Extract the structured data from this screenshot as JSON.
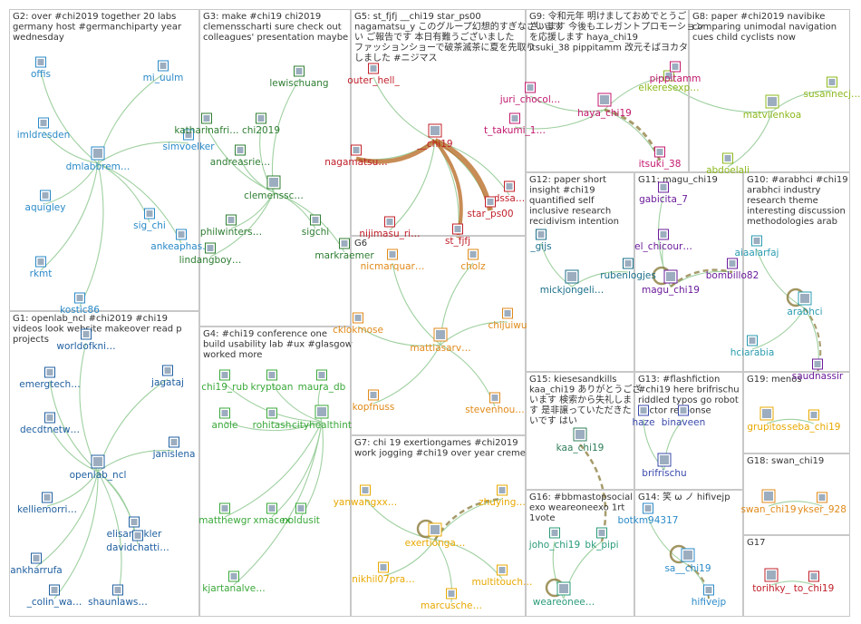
{
  "groups": [
    {
      "id": "G1",
      "header": [
        "G1: openlab_ncl #chi2019 #chi19",
        "videos look website makeover read p",
        "projects"
      ],
      "nodes": [
        {
          "label": "emergtech…",
          "color": "#1f5fa0"
        },
        {
          "label": "jagataj",
          "color": "#1f5fa0"
        },
        {
          "label": "decdtnetw…",
          "color": "#1f5fa0"
        },
        {
          "label": "janislena",
          "color": "#1f5fa0"
        },
        {
          "label": "openlab_ncl",
          "color": "#1f5fa0"
        },
        {
          "label": "kelliemorri…",
          "color": "#1f5fa0"
        },
        {
          "label": "elisamekler",
          "color": "#1f5fa0"
        },
        {
          "label": "davidchatti…",
          "color": "#1f5fa0"
        },
        {
          "label": "ankharrufa",
          "color": "#1f5fa0"
        },
        {
          "label": "_colin_wa…",
          "color": "#1f5fa0"
        },
        {
          "label": "shaunlaws…",
          "color": "#1f5fa0"
        },
        {
          "label": "worldofkni…",
          "color": "#1f5fa0"
        }
      ]
    },
    {
      "id": "G2",
      "header": [
        "G2: over #chi2019 together 20 labs",
        "germany host #germanchiparty year",
        "wednesday"
      ],
      "nodes": [
        {
          "label": "offis",
          "color": "#2a8ac8"
        },
        {
          "label": "mi_uulm",
          "color": "#2a8ac8"
        },
        {
          "label": "imldresden",
          "color": "#2a8ac8"
        },
        {
          "label": "simvoelker",
          "color": "#2a8ac8"
        },
        {
          "label": "dmlabbrem…",
          "color": "#2a8ac8"
        },
        {
          "label": "aquigley",
          "color": "#2a8ac8"
        },
        {
          "label": "sig_chi",
          "color": "#2a8ac8"
        },
        {
          "label": "ankeaphas…",
          "color": "#2a8ac8"
        },
        {
          "label": "rkmt",
          "color": "#2a8ac8"
        },
        {
          "label": "kostic86",
          "color": "#2a8ac8"
        }
      ]
    },
    {
      "id": "G3",
      "header": [
        "G3: make #chi19 chi2019",
        "clemensscharti sure check out",
        "colleagues' presentation maybe"
      ],
      "nodes": [
        {
          "label": "lewischuang",
          "color": "#2e7d32"
        },
        {
          "label": "katharinafri…",
          "color": "#2e7d32"
        },
        {
          "label": "chi2019",
          "color": "#2e7d32"
        },
        {
          "label": "andreasrie…",
          "color": "#2e7d32"
        },
        {
          "label": "clemenssc…",
          "color": "#2e7d32"
        },
        {
          "label": "philwinters…",
          "color": "#2e7d32"
        },
        {
          "label": "sigchi",
          "color": "#2e7d32"
        },
        {
          "label": "lindangboy…",
          "color": "#2e7d32"
        },
        {
          "label": "markraemer",
          "color": "#2e7d32"
        }
      ]
    },
    {
      "id": "G4",
      "header": [
        "G4: #chi19 conference one",
        "build usability lab #ux #glasgow",
        "worked more"
      ],
      "nodes": [
        {
          "label": "chi19_rub",
          "color": "#3aa83a"
        },
        {
          "label": "kryptoan",
          "color": "#3aa83a"
        },
        {
          "label": "maura_db",
          "color": "#3aa83a"
        },
        {
          "label": "cityhealthint",
          "color": "#3aa83a"
        },
        {
          "label": "rohitash",
          "color": "#3aa83a"
        },
        {
          "label": "anole",
          "color": "#3aa83a"
        },
        {
          "label": "matthewgr",
          "color": "#3aa83a"
        },
        {
          "label": "xmacex",
          "color": "#3aa83a"
        },
        {
          "label": "noldusit",
          "color": "#3aa83a"
        },
        {
          "label": "kjartanalve…",
          "color": "#3aa83a"
        }
      ]
    },
    {
      "id": "G5",
      "header": [
        "G5: st_fjfj __chi19 star_ps00",
        "nagamatsu_y このグループ幻想的すぎなさいます",
        "い ご報告です 本日有難うございました",
        "ファッションショーで破茶滅茶に夏を先取り",
        "しました #ニジマス"
      ],
      "nodes": [
        {
          "label": "outer_hell_",
          "color": "#c0202a"
        },
        {
          "label": "__chi19",
          "color": "#c0202a"
        },
        {
          "label": "nagamatsu…",
          "color": "#c0202a"
        },
        {
          "label": "dssa…",
          "color": "#c0202a"
        },
        {
          "label": "star_ps00",
          "color": "#c0202a"
        },
        {
          "label": "nijimasu_ri…",
          "color": "#c0202a"
        },
        {
          "label": "st_fjfj",
          "color": "#c0202a"
        }
      ]
    },
    {
      "id": "G6",
      "header": [
        "G6"
      ],
      "nodes": [
        {
          "label": "nicmarquar…",
          "color": "#e08a1a"
        },
        {
          "label": "cholz",
          "color": "#e08a1a"
        },
        {
          "label": "cklokmose",
          "color": "#e08a1a"
        },
        {
          "label": "chijuiwu",
          "color": "#e08a1a"
        },
        {
          "label": "mattiasarv…",
          "color": "#e08a1a"
        },
        {
          "label": "kopfnuss",
          "color": "#e08a1a"
        },
        {
          "label": "stevenhou…",
          "color": "#e08a1a"
        }
      ]
    },
    {
      "id": "G7",
      "header": [
        "G7: chi 19 exertiongames #chi2019",
        "work jogging #chi19 over year creme"
      ],
      "nodes": [
        {
          "label": "yanwangxx…",
          "color": "#e8a800"
        },
        {
          "label": "zhuying…",
          "color": "#e8a800"
        },
        {
          "label": "exertionga…",
          "color": "#e8a800"
        },
        {
          "label": "nikhil07pra…",
          "color": "#e8a800"
        },
        {
          "label": "multitouch…",
          "color": "#e8a800"
        },
        {
          "label": "marcusche…",
          "color": "#e8a800"
        }
      ]
    },
    {
      "id": "G8",
      "header": [
        "G8: paper #chi2019 navibike",
        "comparing unimodal navigation",
        "cues child cyclists now"
      ],
      "nodes": [
        {
          "label": "susannecj…",
          "color": "#8cb81c"
        },
        {
          "label": "matviienkoa",
          "color": "#8cb81c"
        },
        {
          "label": "abdoelali",
          "color": "#8cb81c"
        },
        {
          "label": "elkeresexp…",
          "color": "#8cb81c"
        }
      ]
    },
    {
      "id": "G9",
      "header": [
        "G9: 令和元年 明けましておめでとうご",
        "ざいます 今後もエレガントプロモーション",
        "を応援します haya_chi19",
        "itsuki_38 pippitamm 改元そばヨカタ"
      ],
      "nodes": [
        {
          "label": "juri_chocol…",
          "color": "#c2186e"
        },
        {
          "label": "pippitamm",
          "color": "#c2186e"
        },
        {
          "label": "haya_chi19",
          "color": "#c2186e"
        },
        {
          "label": "t_takumi_1…",
          "color": "#c2186e"
        },
        {
          "label": "itsuki_38",
          "color": "#c2186e"
        }
      ]
    },
    {
      "id": "G10",
      "header": [
        "G10: #arabhci #chi19",
        "arabhci industry",
        "research theme",
        "interesting discussion",
        "methodologies arab"
      ],
      "nodes": [
        {
          "label": "aiaalarfaj",
          "color": "#2a9bb0"
        },
        {
          "label": "arabhci",
          "color": "#2a9bb0"
        },
        {
          "label": "hciarabia",
          "color": "#2a9bb0"
        },
        {
          "label": "saudnassir",
          "color": "#6a1b9a"
        }
      ]
    },
    {
      "id": "G11",
      "header": [
        "G11: magu_chi19"
      ],
      "nodes": [
        {
          "label": "gabicita_7",
          "color": "#6a1b9a"
        },
        {
          "label": "el_chicour…",
          "color": "#6a1b9a"
        },
        {
          "label": "bombillo82",
          "color": "#6a1b9a"
        },
        {
          "label": "magu_chi19",
          "color": "#6a1b9a"
        }
      ]
    },
    {
      "id": "G12",
      "header": [
        "G12: paper short",
        "insight #chi19",
        "quantified self",
        "inclusive research",
        "recidivism intention"
      ],
      "nodes": [
        {
          "label": "_gijs",
          "color": "#1a6f8a"
        },
        {
          "label": "rubenlogjes",
          "color": "#1a6f8a"
        },
        {
          "label": "mickjongeli…",
          "color": "#1a6f8a"
        }
      ]
    },
    {
      "id": "G13",
      "header": [
        "G13: #flashfiction",
        "#chi19 here brifrischu",
        "riddled typos go robot",
        "doctor response"
      ],
      "nodes": [
        {
          "label": "haze",
          "color": "#3949ab"
        },
        {
          "label": "binaveen",
          "color": "#3949ab"
        },
        {
          "label": "brifrischu",
          "color": "#3949ab"
        }
      ]
    },
    {
      "id": "G14",
      "header": [
        "G14: 笑 ω ノ hifivejp"
      ],
      "nodes": [
        {
          "label": "botkm94317",
          "color": "#2a8ac8"
        },
        {
          "label": "sa__chi19",
          "color": "#2a8ac8"
        },
        {
          "label": "hifivejp",
          "color": "#2a8ac8"
        }
      ]
    },
    {
      "id": "G15",
      "header": [
        "G15: kiesesandkills",
        "kaa_chi19 ありがとうござ",
        "います 検索から失礼しま",
        "す 是非譲っていただきた",
        "いです はい"
      ],
      "nodes": [
        {
          "label": "kaa_chi19",
          "color": "#2e7d5a"
        }
      ]
    },
    {
      "id": "G16",
      "header": [
        "G16: #bbmastopsocial",
        "exo weareoneexo 1rt",
        "1vote"
      ],
      "nodes": [
        {
          "label": "joho_chi19",
          "color": "#2a9b7a"
        },
        {
          "label": "bk_pipi",
          "color": "#2a9b7a"
        },
        {
          "label": "weareonee…",
          "color": "#2a9b7a"
        }
      ]
    },
    {
      "id": "G17",
      "header": [
        "G17"
      ],
      "nodes": [
        {
          "label": "torihky_",
          "color": "#c0202a"
        },
        {
          "label": "to_chi19",
          "color": "#c0202a"
        }
      ]
    },
    {
      "id": "G18",
      "header": [
        "G18: swan_chi19"
      ],
      "nodes": [
        {
          "label": "swan_chi19",
          "color": "#e08a1a"
        },
        {
          "label": "ykser_928",
          "color": "#e08a1a"
        }
      ]
    },
    {
      "id": "G19",
      "header": [
        "G19: menos"
      ],
      "nodes": [
        {
          "label": "grupitos",
          "color": "#e8a800"
        },
        {
          "label": "seba_chi19",
          "color": "#e8a800"
        }
      ]
    }
  ],
  "colors": {
    "edge": "#9fd0a0",
    "edge_strong": "#8a7a3a",
    "g5_edge": "#b5651d",
    "box_border": "#c8c8c8",
    "icon_bg": "#4a6a8a"
  }
}
